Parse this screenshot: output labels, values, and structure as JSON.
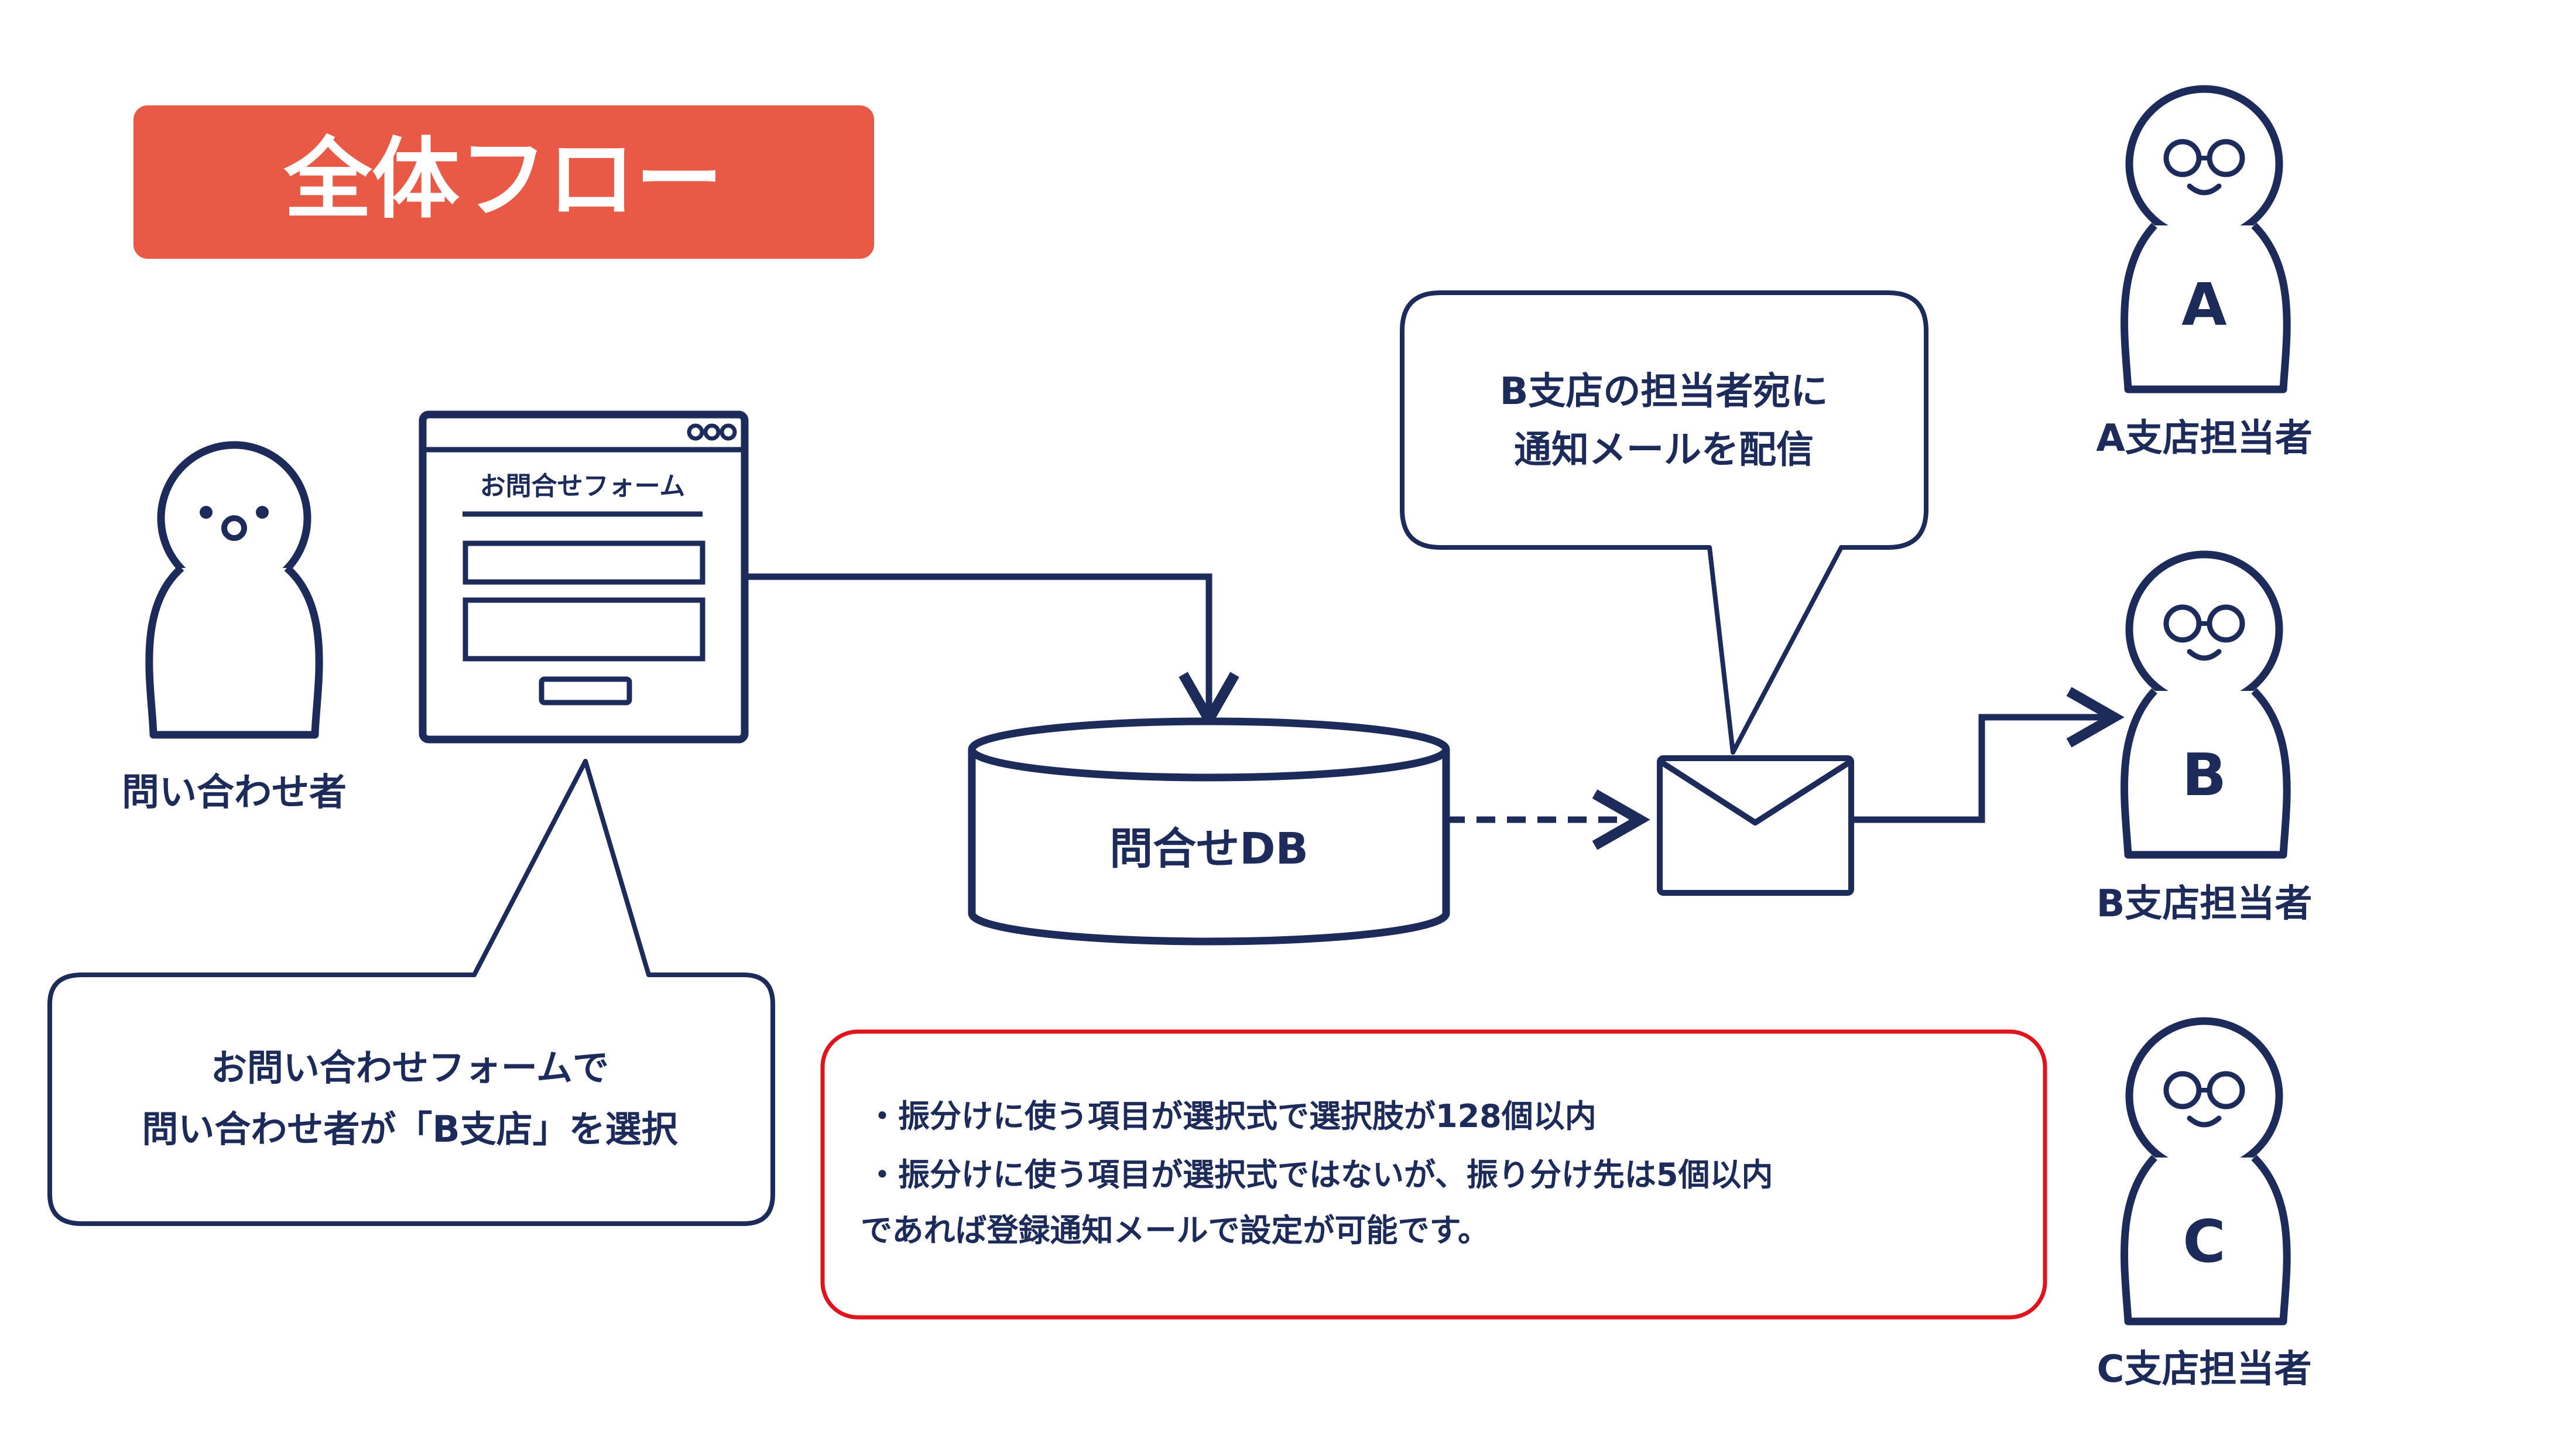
{
  "title": "全体フロー",
  "colors": {
    "navy": "#1c2b5a",
    "title_bg": "#e85a45",
    "title_text": "#ffffff",
    "note_border": "#e0141c",
    "background": "#ffffff"
  },
  "inquirer": {
    "label": "問い合わせ者"
  },
  "form_window": {
    "title": "お問合せフォーム"
  },
  "inquirer_bubble": {
    "line1": "お問い合わせフォームで",
    "line2": "問い合わせ者が「B支店」を選択"
  },
  "database": {
    "label": "問合せDB"
  },
  "mail_bubble": {
    "line1": "B支店の担当者宛に",
    "line2": "通知メールを配信"
  },
  "staff": [
    {
      "letter": "A",
      "label": "A支店担当者"
    },
    {
      "letter": "B",
      "label": "B支店担当者"
    },
    {
      "letter": "C",
      "label": "C支店担当者"
    }
  ],
  "note": {
    "line1": "・振分けに使う項目が選択式で選択肢が128個以内",
    "line2": "・振分けに使う項目が選択式ではないが、振り分け先は5個以内",
    "line3": "であれば登録通知メールで設定が可能です。"
  }
}
